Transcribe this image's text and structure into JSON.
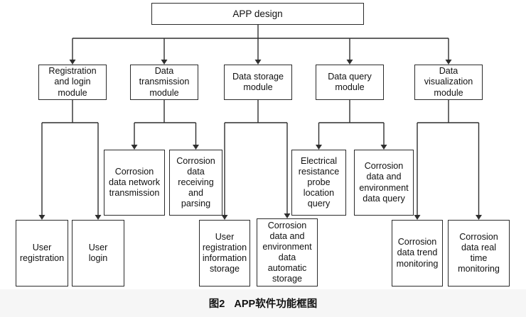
{
  "diagram": {
    "root_label": "APP design",
    "branches": [
      {
        "label": "Registration\nand login\nmodule",
        "children": [
          "User\nregistration",
          "User\nlogin"
        ]
      },
      {
        "label": "Data\ntransmission\nmodule",
        "children": [
          "Corrosion\ndata network\ntransmission",
          "Corrosion\ndata\nreceiving\nand\nparsing"
        ]
      },
      {
        "label": "Data storage\nmodule",
        "children": [
          "User\nregistration\ninformation\nstorage",
          "Corrosion\ndata and\nenvironment\ndata\nautomatic\nstorage"
        ]
      },
      {
        "label": "Data query\nmodule",
        "children": [
          "Electrical\nresistance\nprobe\nlocation\nquery",
          "Corrosion\ndata and\nenvironment\ndata query"
        ]
      },
      {
        "label": "Data\nvisualization\nmodule",
        "children": [
          "Corrosion\ndata trend\nmonitoring",
          "Corrosion\ndata real\ntime\nmonitoring"
        ]
      }
    ]
  },
  "caption": {
    "figure_no": "图2",
    "title": "APP软件功能框图"
  },
  "colors": {
    "border": "#2b2b2b",
    "line": "#2f2f2f",
    "caption_bg": "#f6f6f6",
    "text": "#111111"
  }
}
